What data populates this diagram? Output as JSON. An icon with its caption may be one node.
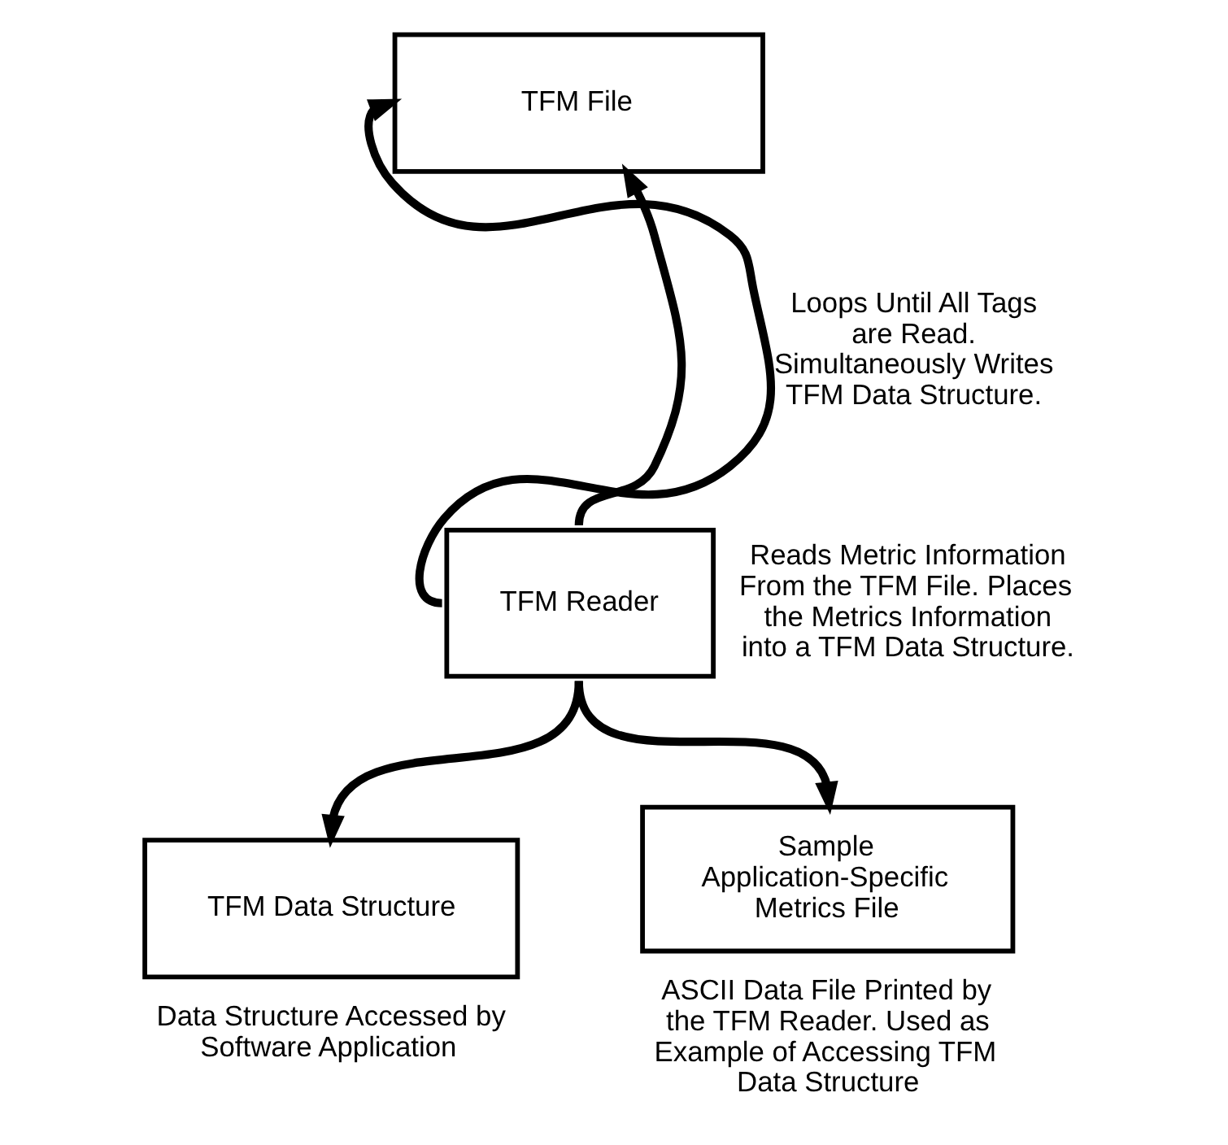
{
  "diagram": {
    "nodes": [
      {
        "text": [
          "TFM File"
        ]
      },
      {
        "text": [
          "TFM Reader"
        ],
        "beside": [
          "Reads Metric Information From the TFM File. Places the Metrics Information into a TFM Data Structure."
        ]
      },
      {
        "text": [
          "TFM Data Structure"
        ],
        "beside": [
          "Data Structure Accessed by Software Application"
        ]
      },
      {
        "text": [
          "Sample Application-Specific Metrics File"
        ],
        "beside": [
          "ASCII Data File Printed by the TFM Reader. Used as Example of Accessing TFM Data Structure"
        ]
      }
    ],
    "edges": [
      {
        "from": 1,
        "to": 0,
        "arrow": "to"
      },
      {
        "from": 1,
        "to": 0,
        "arrow": "to",
        "label": "Loops Until All Tags are Read. Simultaneously Writes TFM Data Structure."
      },
      {
        "from": 1,
        "to": 2,
        "arrow": "to"
      },
      {
        "from": 1,
        "to": 3,
        "arrow": "to"
      }
    ]
  }
}
